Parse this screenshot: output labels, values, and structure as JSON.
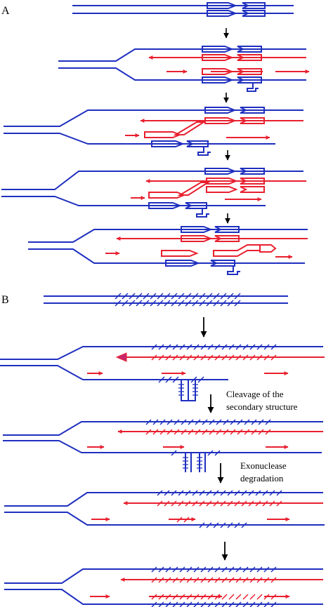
{
  "panel_a": {
    "label": "A"
  },
  "panel_b": {
    "label": "B",
    "step1_lines": [
      "Cleavage of the",
      "secondary structure"
    ],
    "step2_lines": [
      "Exonuclease",
      "degradation"
    ]
  },
  "colors": {
    "template_strand": "#1f2fbf",
    "new_strand": "#e8202f",
    "arrow": "#000000",
    "triangle_fill": "#c8286a"
  }
}
